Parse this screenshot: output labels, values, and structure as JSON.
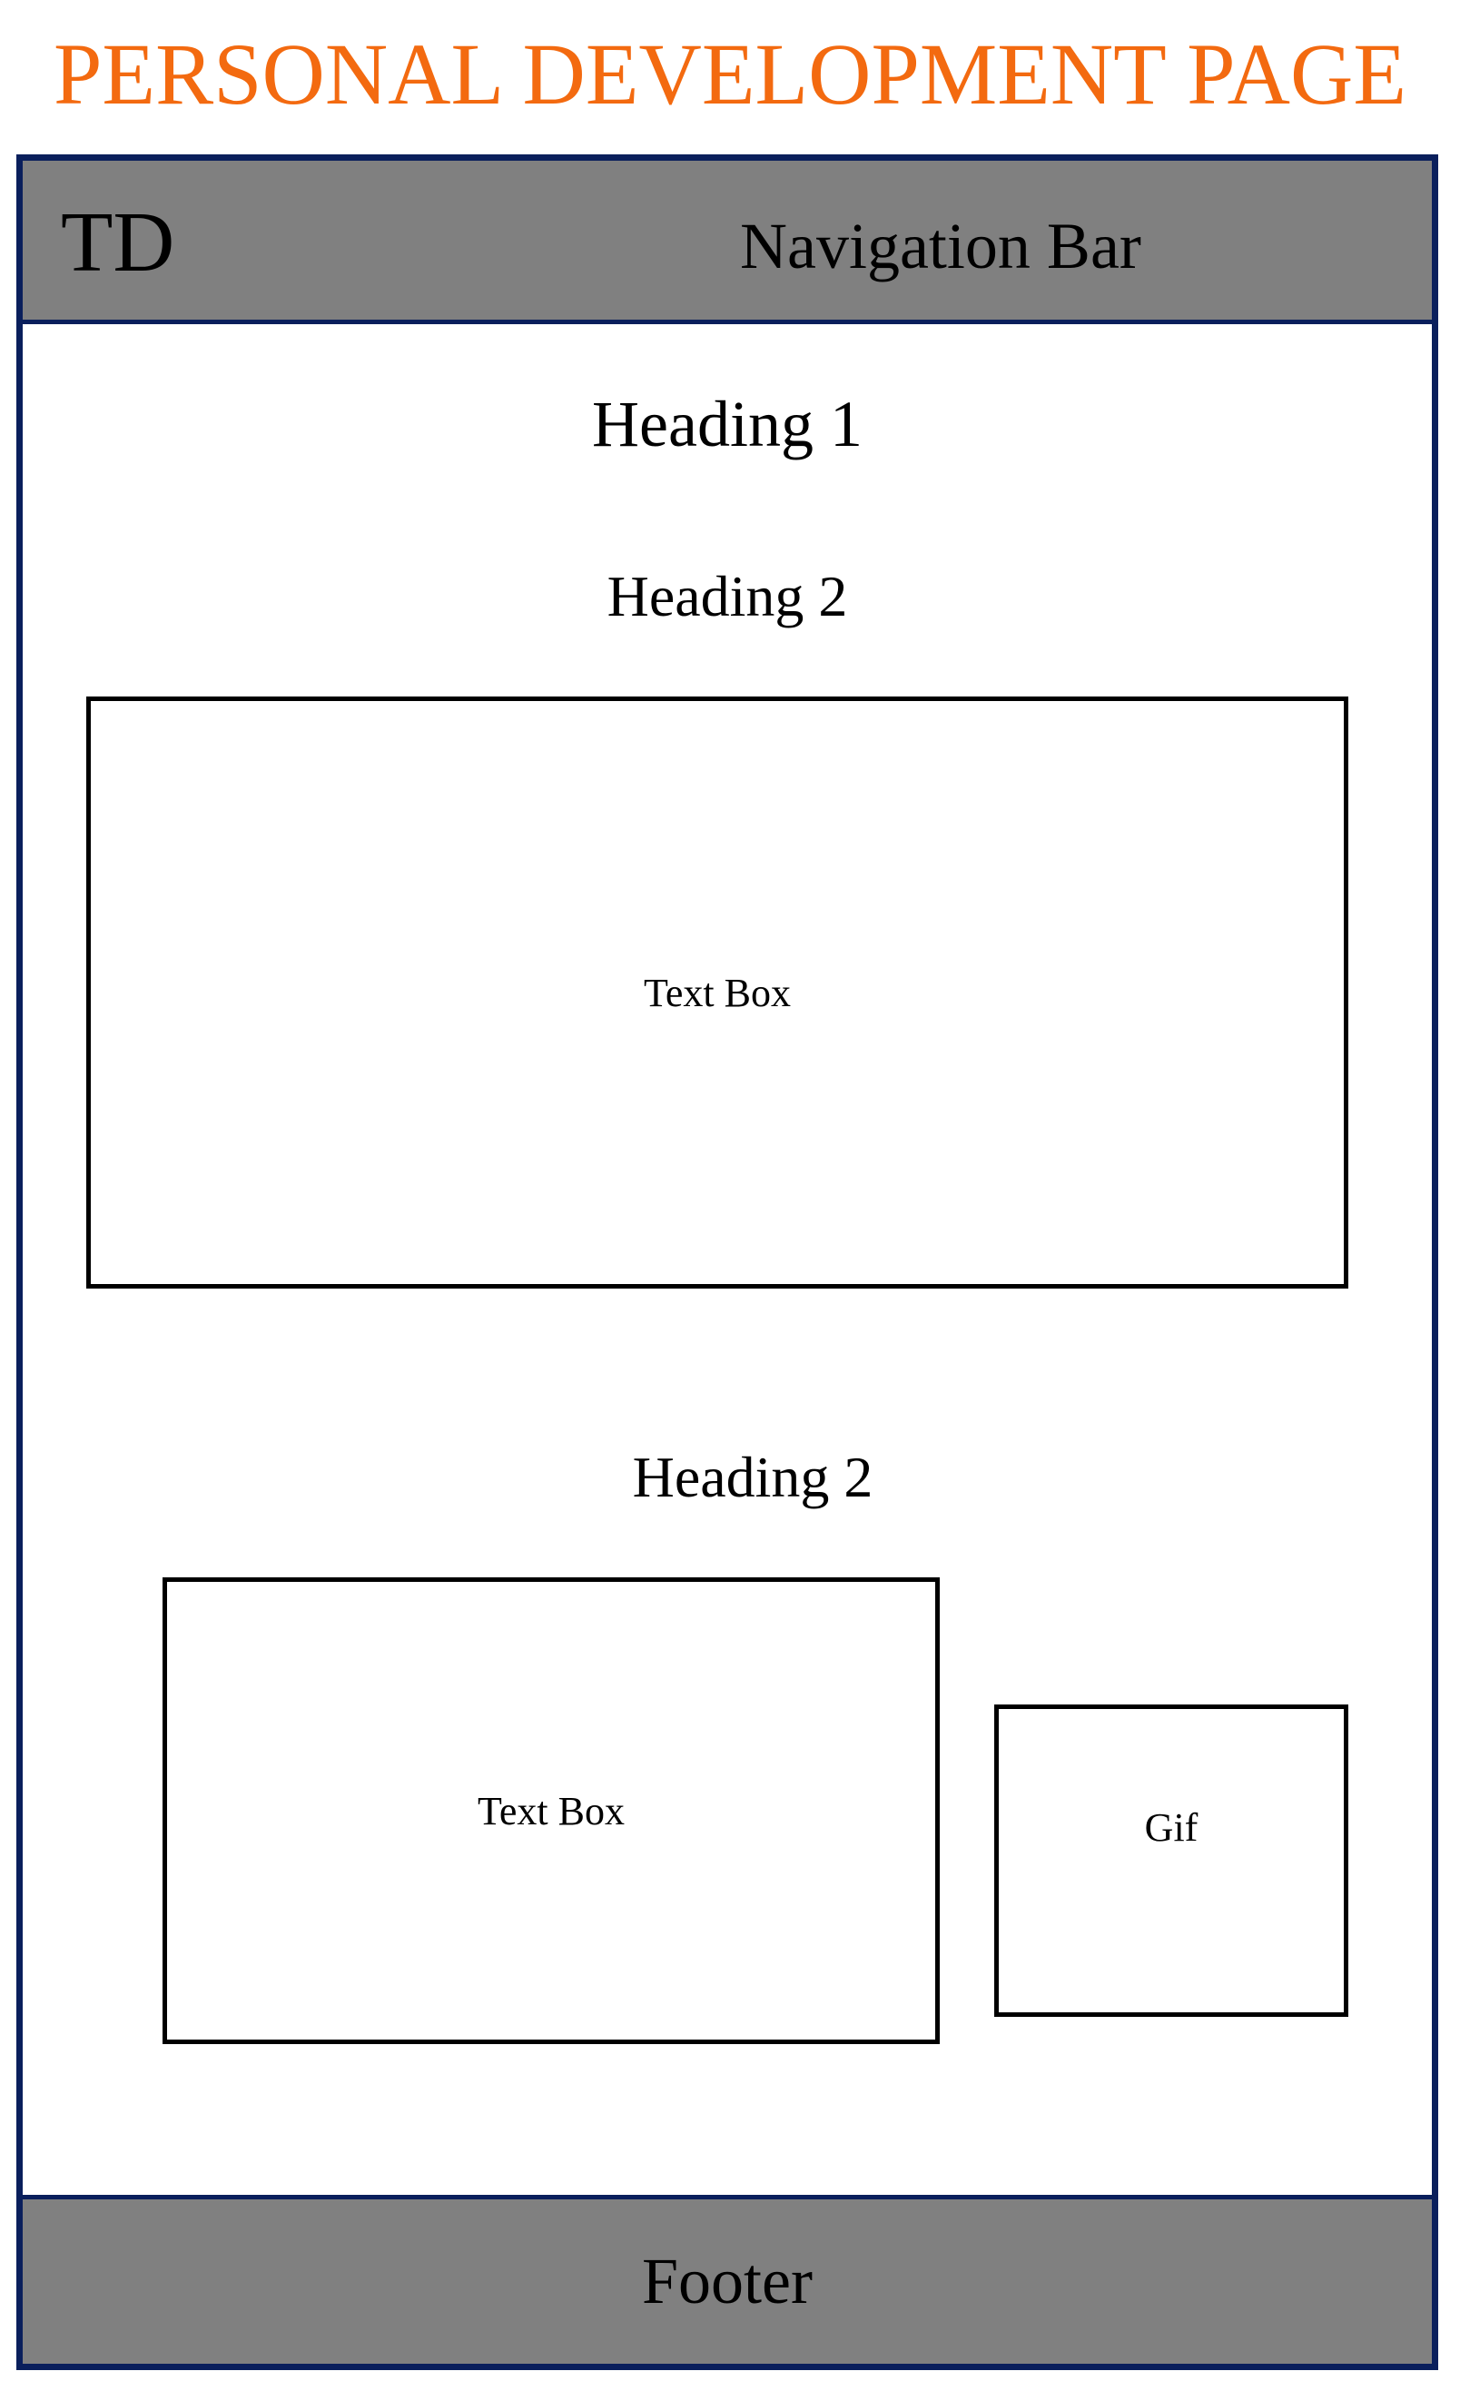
{
  "page": {
    "title": "PERSONAL DEVELOPMENT PAGE",
    "title_color": "#f36a10"
  },
  "navbar": {
    "logo": "TD",
    "label": "Navigation Bar",
    "background_color": "#808080"
  },
  "content": {
    "heading1": "Heading 1",
    "section1": {
      "heading": "Heading 2",
      "text_box_label": "Text Box"
    },
    "section2": {
      "heading": "Heading 2",
      "text_box_label": "Text Box",
      "gif_label": "Gif"
    }
  },
  "footer": {
    "label": "Footer",
    "background_color": "#808080"
  },
  "colors": {
    "frame_border": "#0a1f5c",
    "box_border": "#000000"
  }
}
